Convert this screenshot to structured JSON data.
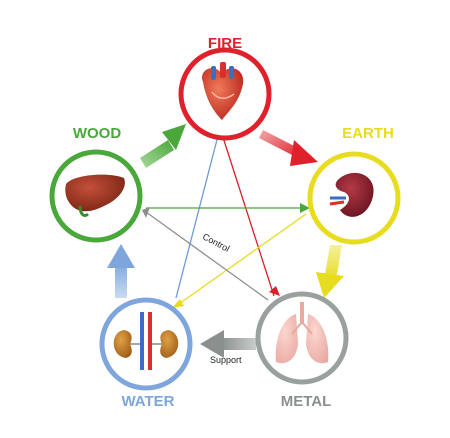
{
  "elements": {
    "fire": {
      "label": "FIRE",
      "organ": "heart-icon",
      "color": "#e0202a"
    },
    "earth": {
      "label": "EARTH",
      "organ": "spleen-icon",
      "color": "#e8dc1e"
    },
    "metal": {
      "label": "METAL",
      "organ": "lungs-icon",
      "color": "#9aa09e"
    },
    "water": {
      "label": "WATER",
      "organ": "kidneys-icon",
      "color": "#7ea6dc"
    },
    "wood": {
      "label": "WOOD",
      "organ": "liver-icon",
      "color": "#4aa83a"
    }
  },
  "labels": {
    "control": "Control",
    "support": "Support"
  }
}
